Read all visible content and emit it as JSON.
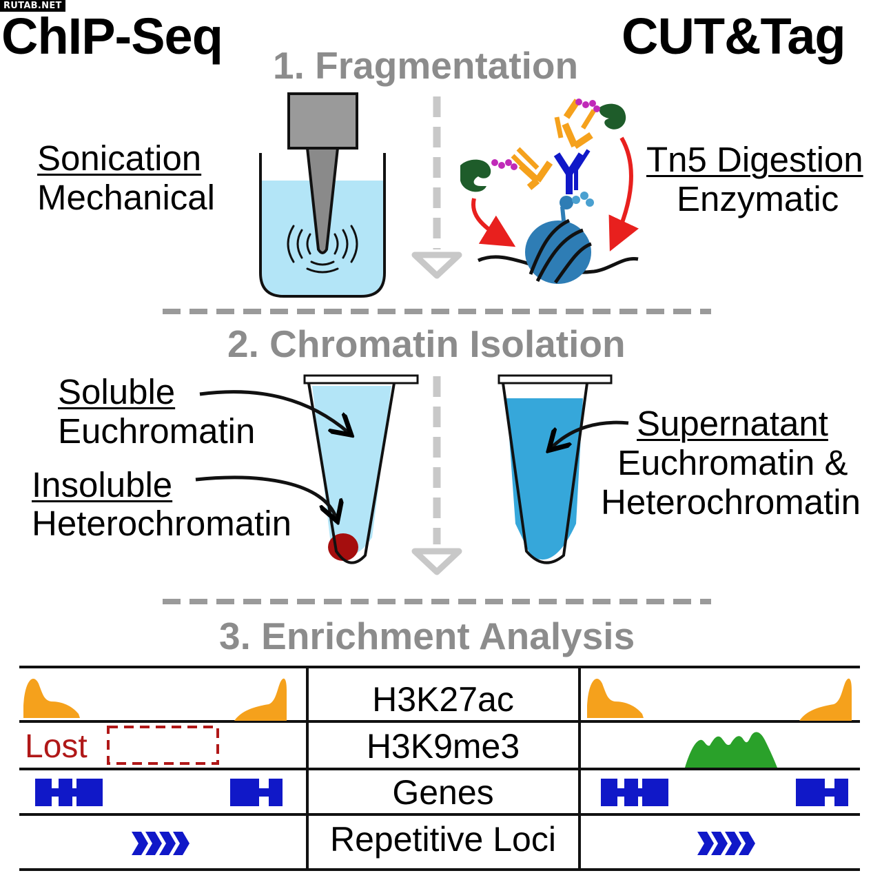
{
  "watermark": "RUTAB.NET",
  "titles": {
    "left": "ChIP-Seq",
    "right": "CUT&Tag"
  },
  "steps": {
    "fragmentation": "1. Fragmentation",
    "isolation": "2. Chromatin Isolation",
    "analysis": "3. Enrichment Analysis"
  },
  "fragmentation": {
    "left_line1": "Sonication",
    "left_line2": "Mechanical",
    "right_line1": "Tn5 Digestion",
    "right_line2": "Enzymatic"
  },
  "isolation": {
    "soluble": "Soluble",
    "euchromatin": "Euchromatin",
    "insoluble": "Insoluble",
    "heterochromatin": "Heterochromatin",
    "supernatant": "Supernatant",
    "euchromatin_and": "Euchromatin &",
    "heterochromatin_right": "Heterochromatin"
  },
  "table": {
    "rows": [
      "H3K27ac",
      "H3K9me3",
      "Genes",
      "Repetitive Loci"
    ],
    "lost": "Lost"
  },
  "colors": {
    "peak_orange": "#f5a11c",
    "peak_green": "#2aa12a",
    "gene_blue": "#1018c8",
    "lost_red": "#b01818",
    "arrow_red": "#e8201e",
    "light_liquid": "#b3e5f7",
    "dark_liquid": "#36a7da",
    "pellet": "#a50e0e",
    "nucleosome": "#2e7db5",
    "guide_gray": "#9a9a9a"
  }
}
